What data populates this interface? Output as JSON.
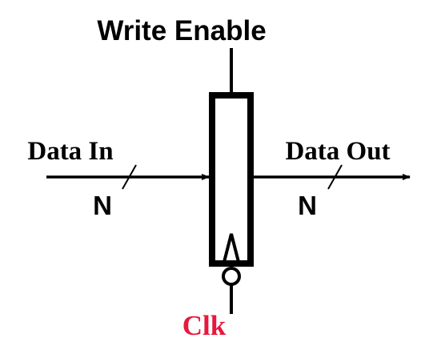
{
  "labels": {
    "write_enable": "Write Enable",
    "data_in": "Data In",
    "data_out": "Data Out",
    "bus_width_in": "N",
    "bus_width_out": "N",
    "clock": "Clk"
  },
  "colors": {
    "stroke": "#000000",
    "clock_label": "#e8183c",
    "background": "#ffffff"
  },
  "clock_edge": "falling"
}
